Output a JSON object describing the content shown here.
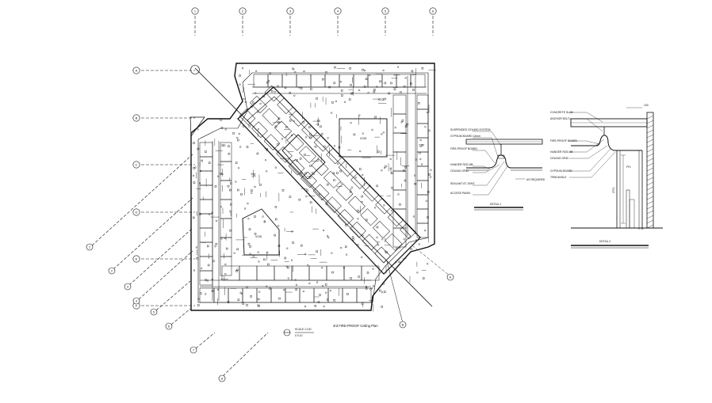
{
  "drawing": {
    "plan_title": "3rd FIRE-PROOF Ceiling Plan",
    "plan_subtitle": "SCALE 1:100",
    "scale_bar": "0  5  10",
    "colors": {
      "ink": "#111111",
      "fill": "#ffffff"
    }
  },
  "grid": {
    "top": [
      "1",
      "2",
      "3",
      "4",
      "5",
      "6"
    ],
    "left": [
      "A",
      "B",
      "C",
      "D",
      "E",
      "F"
    ],
    "diagonal_left": [
      "1",
      "2",
      "3",
      "4",
      "5",
      "6",
      "7",
      "8"
    ],
    "diagonal_right": [
      "A",
      "B"
    ]
  },
  "plan_tags": {
    "courtyard_upper": "VOID",
    "courtyard_lower": "VOID"
  },
  "details": {
    "detail1": {
      "title": "DETAIL 1",
      "notes": [
        "SUSPENDED CEILING SYSTEM",
        "GYPSUM BOARD 12mm",
        "FIRE-PROOF BOARD",
        "HANGER ROD Ø8",
        "CEILING GRID",
        "SEALANT AT JOINT",
        "ACCESS PANEL"
      ],
      "side_note": "AS REQUIRED"
    },
    "detail2": {
      "title": "DETAIL 2",
      "notes": [
        "CONCRETE SLAB",
        "ANCHOR BOLT",
        "FIRE-PROOF BOARD",
        "HANGER ROD Ø8",
        "CEILING GRID",
        "GYPSUM BOARD",
        "TRIM ANGLE"
      ],
      "dims": [
        "100",
        "2700",
        "FFL"
      ]
    }
  }
}
